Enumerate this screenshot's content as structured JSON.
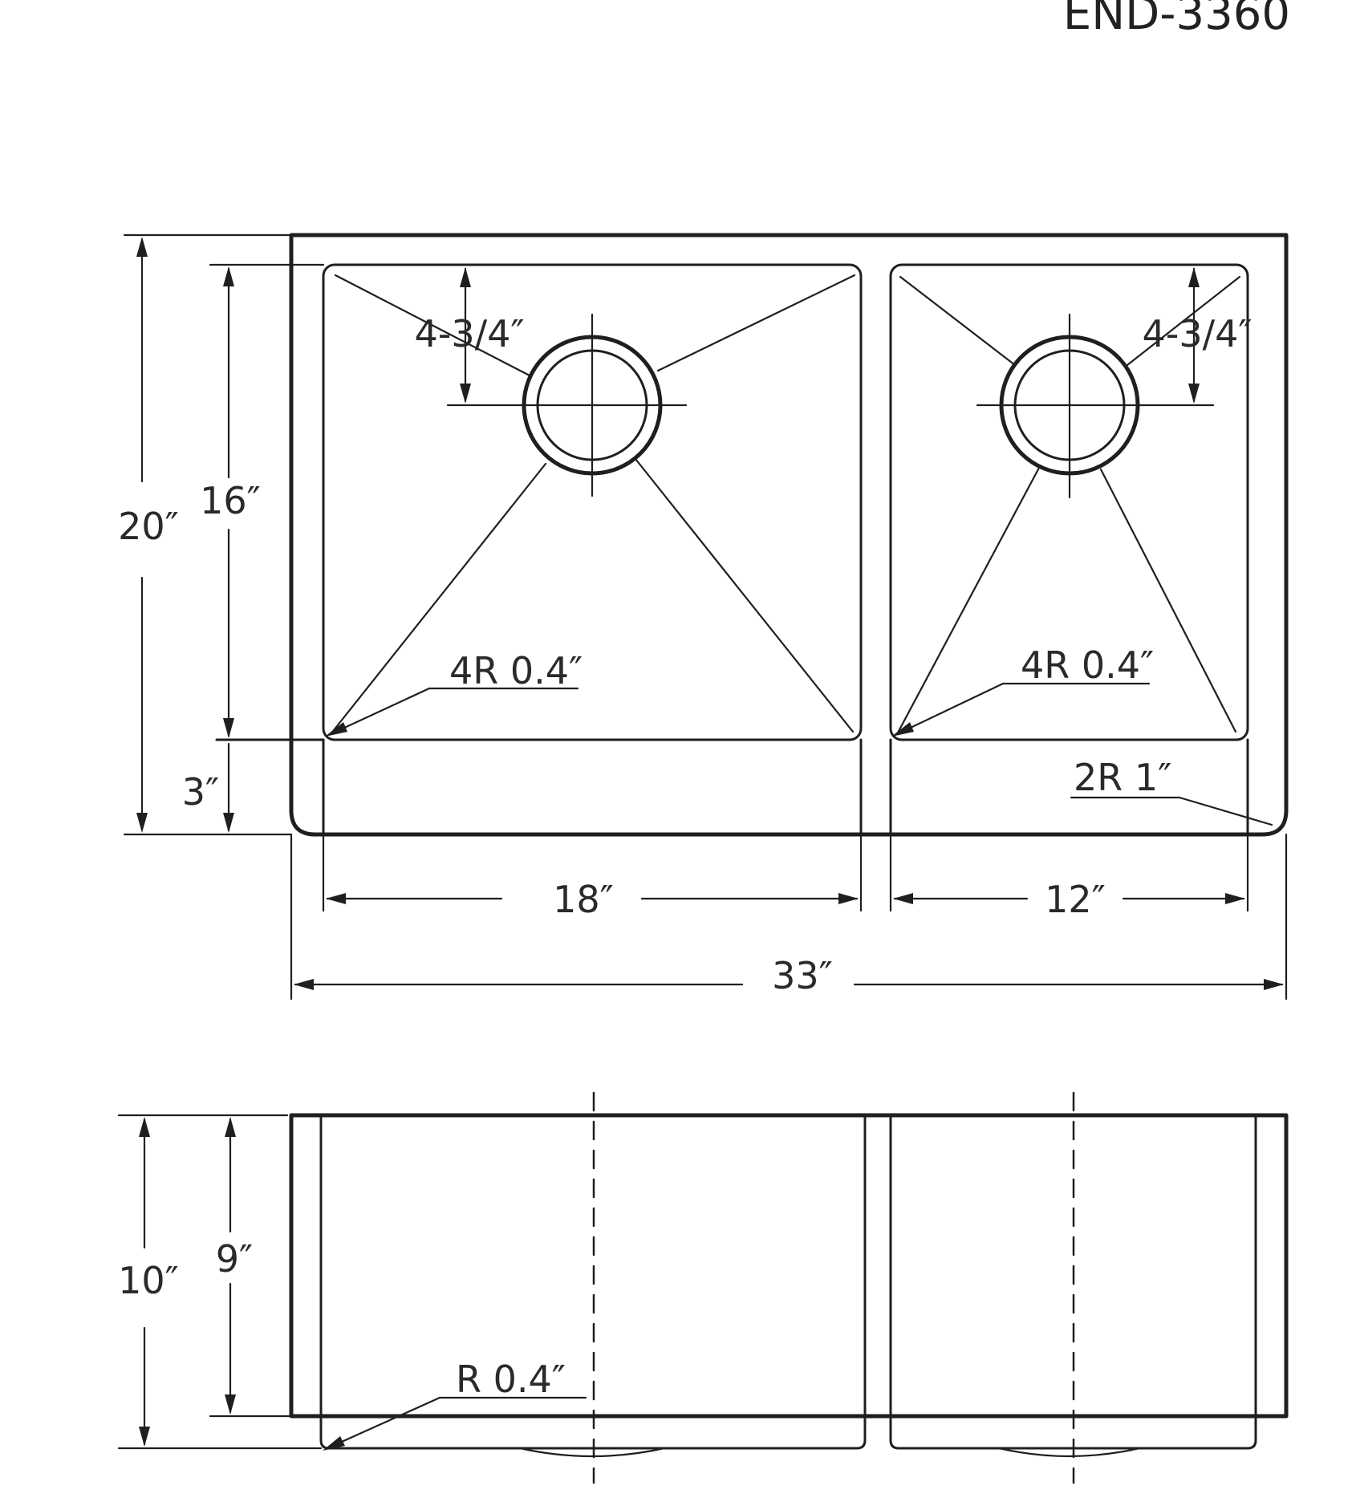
{
  "model": "END-3360",
  "top_view": {
    "overall_width": "33″",
    "overall_depth": "20″",
    "bowl_depth": "16″",
    "front_ledge": "3″",
    "left_bowl_width": "18″",
    "right_bowl_width": "12″",
    "left_drain_offset": "4-3/4″",
    "right_drain_offset": "4-3/4″",
    "left_corner_radius": "4R 0.4″",
    "right_corner_radius": "4R 0.4″",
    "outer_corner_radius": "2R 1″"
  },
  "side_view": {
    "overall_height": "10″",
    "bowl_height": "9″",
    "bottom_radius": "R 0.4″"
  }
}
